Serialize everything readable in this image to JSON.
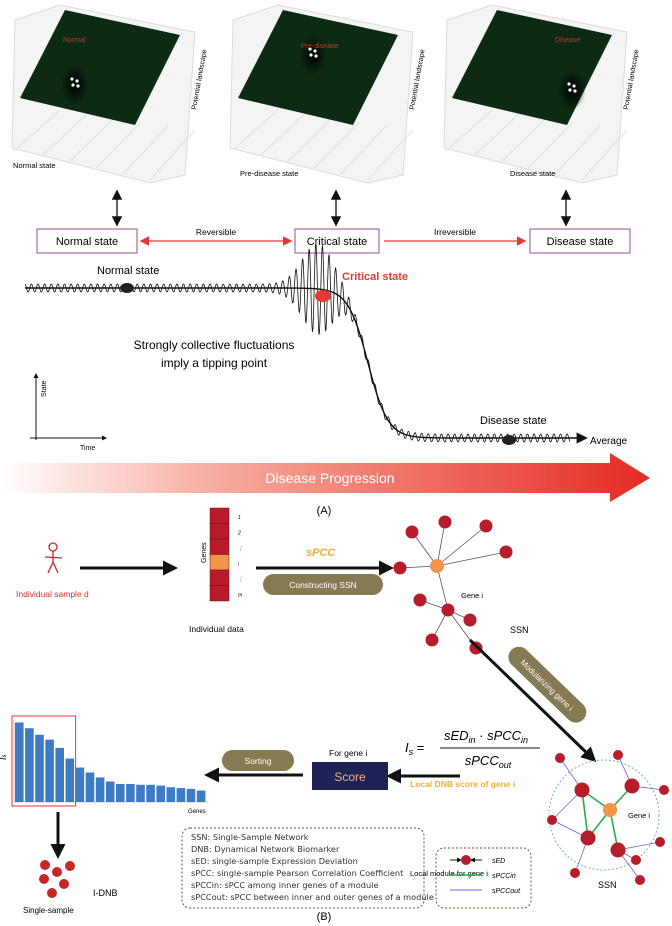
{
  "panel_a": {
    "landscapes": [
      {
        "tag": "Normal",
        "axis_label": "Normal state",
        "z_label": "Potential landscape"
      },
      {
        "tag": "Pre-disease",
        "axis_label": "Pre-disease state",
        "z_label": "Potential landscape"
      },
      {
        "tag": "Disease",
        "axis_label": "Disease state",
        "z_label": "Potential landscape"
      }
    ],
    "boxes": [
      "Normal state",
      "Critical state",
      "Disease state"
    ],
    "transitions": [
      "Reversible",
      "Irreversible"
    ],
    "curve_labels": {
      "normal": "Normal state",
      "critical": "Critical state",
      "disease": "Disease state",
      "average": "Average"
    },
    "fluctuation_text": [
      "Strongly collective fluctuations",
      "imply a tipping point"
    ],
    "axes": {
      "y": "State",
      "x": "Time"
    },
    "progression": "Disease Progression",
    "label": "(A)"
  },
  "panel_b": {
    "sample_label": "Individual sample d",
    "genes_label": "Genes",
    "gene_indices": [
      "1",
      "2",
      "⋮",
      "i",
      "⋮",
      "m"
    ],
    "data_label": "Individual data",
    "spcc": "sPCC",
    "constructing": "Constructing SSN",
    "gene_i": "Gene i",
    "ssn": "SSN",
    "modularizing": "Modularizing gene i",
    "local_module": "Local module for gene i",
    "ssn2": "SSN",
    "formula": {
      "lhs": "I",
      "lhs_sub": "s",
      "num": "sED",
      "num_sub": "in",
      "num2": " · sPCC",
      "num2_sub": "in",
      "den": "sPCC",
      "den_sub": "out"
    },
    "local_score": "Local DNB score of gene i",
    "for_gene": "For gene i",
    "score": "Score",
    "sorting": "Sorting",
    "bar_chart": {
      "ylabel": "I",
      "ylabel_sub": "s",
      "xlabel": "Genes",
      "values": [
        97,
        90,
        82,
        76,
        66,
        53,
        42,
        36,
        30,
        25,
        22,
        22,
        21,
        21,
        20,
        18,
        17,
        16,
        14
      ],
      "highlighted": 6
    },
    "idnb": "I-DNB",
    "single_sample": "Single-sample",
    "glossary": [
      "SSN: Single-Sample Network",
      "DNB: Dynamical Network Biomarker",
      "sED: single-sample Expression Deviation",
      "sPCC: single-sample Pearson Correlation Coefficient",
      "sPCCin: sPCC among inner genes of a module",
      "sPCCout: sPCC between inner and outer genes of a module"
    ],
    "legend": [
      "sED",
      "sPCCin",
      "sPCCout"
    ],
    "label": "(B)"
  },
  "colors": {
    "landscape": "#0d2a14",
    "red": "#e53935",
    "box_border": "#9b4a9b",
    "node": "#b71c2a",
    "center": "#f0954a",
    "pill": "#857a52",
    "score": "#1d2455",
    "score_text": "#f0b27a",
    "orange_text": "#f0b030",
    "bar": "#3d7cc4",
    "green_edge": "#2fa84f",
    "purple_edge": "#7a5ccc"
  }
}
